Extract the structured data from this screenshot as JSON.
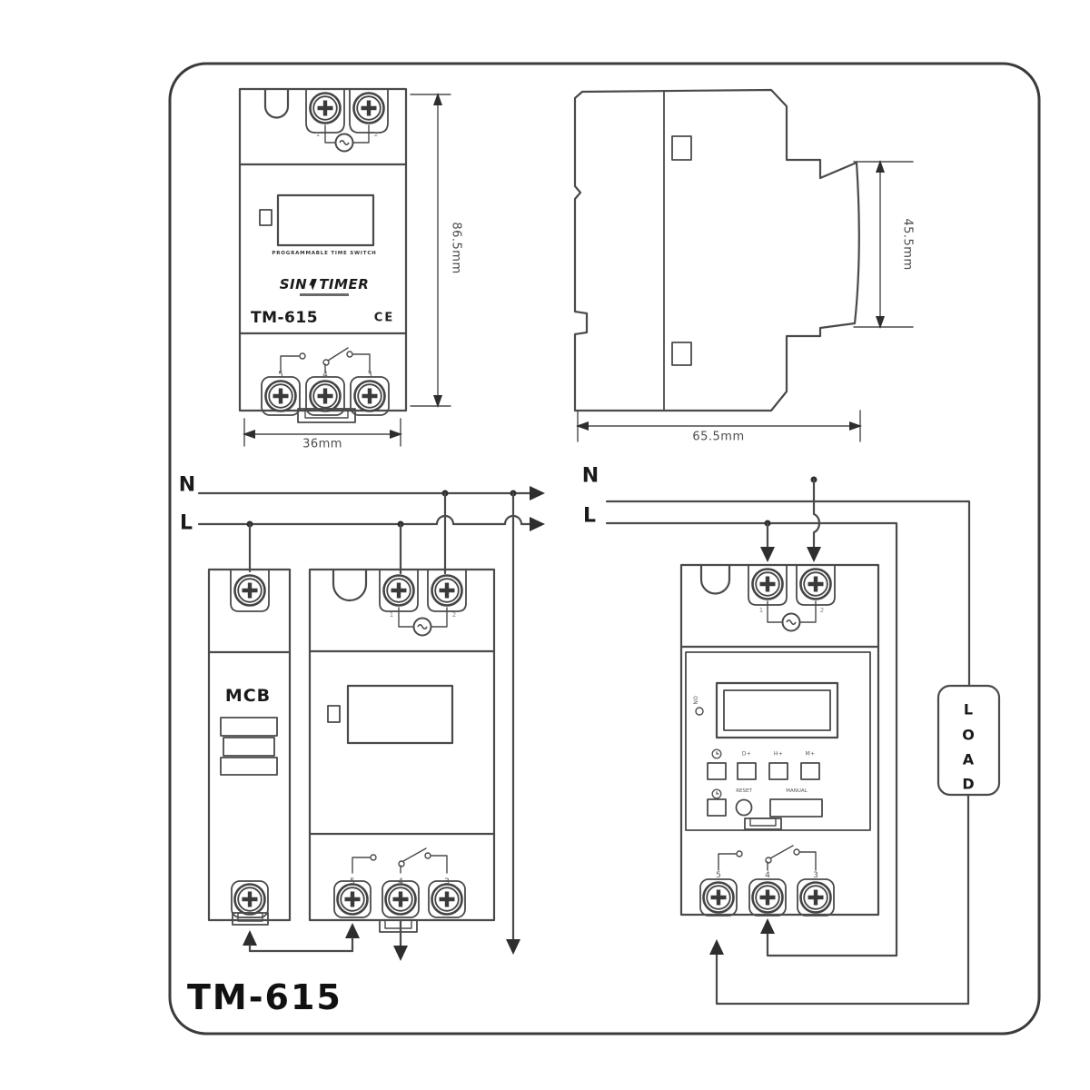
{
  "front_view": {
    "caption": "PROGRAMMABLE TIME SWITCH",
    "brand_prefix": "SIN",
    "brand_suffix": "TIMER",
    "model": "TM-615",
    "ce_mark": "CE",
    "dim_height": "86.5mm",
    "dim_width": "36mm",
    "terminals_top": [
      "1",
      "2"
    ],
    "terminals_bottom": [
      "5",
      "4",
      "3"
    ]
  },
  "side_view": {
    "dim_height": "45.5mm",
    "dim_width": "65.5mm"
  },
  "wiring_left": {
    "neutral_label": "N",
    "live_label": "L",
    "breaker_label": "MCB",
    "terminals_top": [
      "1",
      "2"
    ],
    "terminals_bottom": [
      "5",
      "4",
      "3"
    ]
  },
  "wiring_right": {
    "neutral_label": "N",
    "live_label": "L",
    "load_letters": [
      "L",
      "O",
      "A",
      "D"
    ],
    "panel": {
      "power_label": "ON",
      "buttons": [
        "D+",
        "H+",
        "M+"
      ],
      "reset_label": "RESET",
      "manual_label": "MANUAL"
    },
    "terminals_top": [
      "1",
      "2"
    ],
    "terminals_bottom": [
      "5",
      "4",
      "3"
    ]
  },
  "footer_model": "TM-615",
  "colors": {
    "line": "#4a4a4a",
    "text": "#222222",
    "dim_text": "#4d4d4d"
  }
}
